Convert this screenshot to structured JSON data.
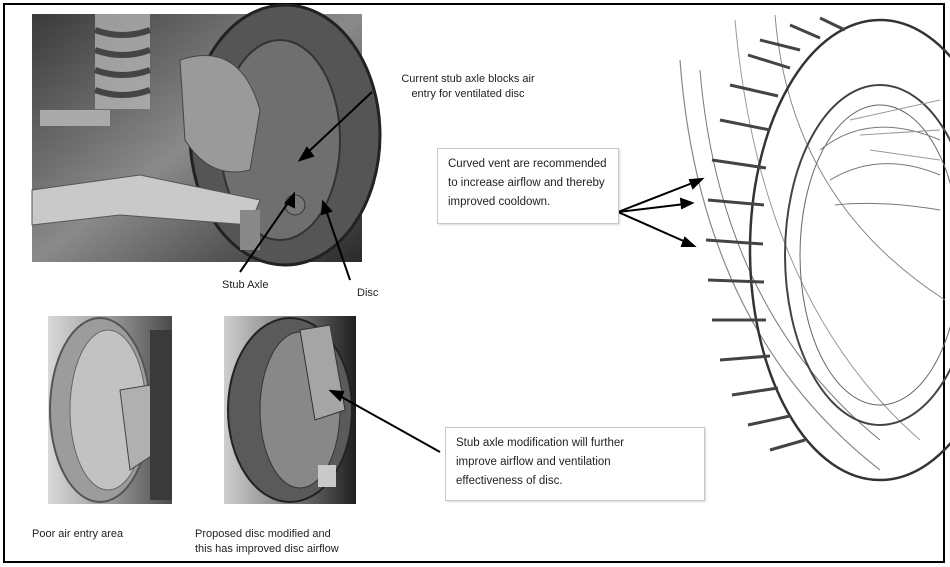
{
  "callouts": {
    "stub_axle_blocks": [
      "Current stub axle blocks air",
      "entry for ventilated disc"
    ],
    "curved_vent": [
      "Curved vent are recommended",
      "to increase airflow and thereby",
      "improved cooldown."
    ],
    "stub_axle_modification": [
      "Stub axle modification will further",
      "improve airflow and ventilation",
      "effectiveness of disc."
    ],
    "stub_axle": "Stub Axle",
    "disc": "Disc",
    "poor_air_entry": "Poor air entry area",
    "proposed_disc": [
      "Proposed disc modified  and",
      "this has improved disc airflow"
    ]
  }
}
